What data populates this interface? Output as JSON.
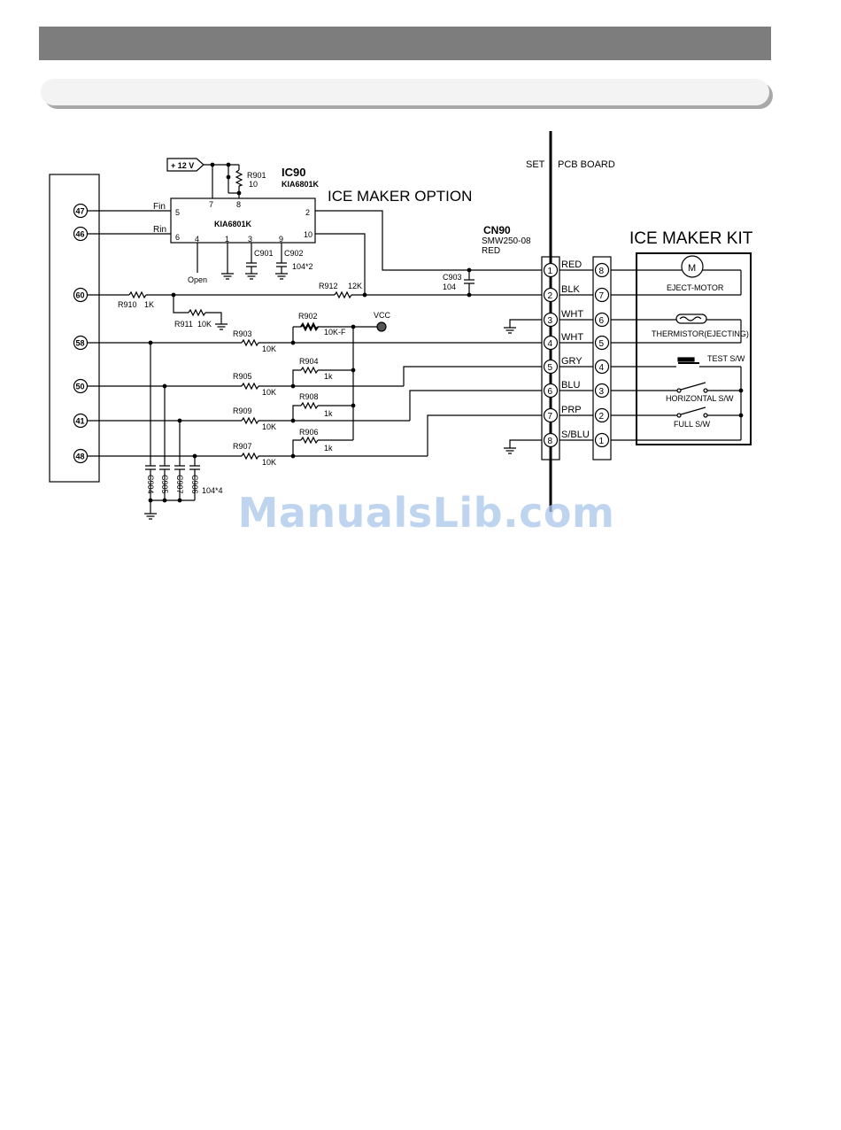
{
  "header": {
    "title": "",
    "subtitle": ""
  },
  "diagram": {
    "ic_label": "IC90",
    "ic_part": "KIA6801K",
    "ic_body_label": "KIA6801K",
    "option_title": "ICE MAKER OPTION",
    "kit_title": "ICE MAKER KIT",
    "set_label": "SET",
    "pcb_label": "PCB BOARD",
    "supply": "+ 12 V",
    "vcc": "VCC",
    "fin": "Fin",
    "rin": "Rin",
    "open": "Open",
    "ic_pins": {
      "p7": "7",
      "p8": "8",
      "p5": "5",
      "p6": "6",
      "p2": "2",
      "p10": "10",
      "p4": "4",
      "p1": "1",
      "p3": "3",
      "p9": "9"
    },
    "connector": {
      "name": "CN90",
      "part": "SMW250-08",
      "color": "RED"
    },
    "left_pins": [
      "47",
      "46",
      "60",
      "58",
      "50",
      "41",
      "48"
    ],
    "cn90_pins": [
      "1",
      "2",
      "3",
      "4",
      "5",
      "6",
      "7",
      "8"
    ],
    "wires": [
      "RED",
      "BLK",
      "WHT",
      "WHT",
      "GRY",
      "BLU",
      "PRP",
      "S/BLU"
    ],
    "kit_pins": [
      "8",
      "7",
      "6",
      "5",
      "4",
      "3",
      "2",
      "1"
    ],
    "kit_components": {
      "motor_symbol": "M",
      "motor": "EJECT-MOTOR",
      "thermistor": "THERMISTOR(EJECTING)",
      "test": "TEST S/W",
      "horizontal": "HORIZONTAL S/W",
      "full": "FULL S/W"
    },
    "resistors": {
      "r901": "R901",
      "r901_val": "10",
      "r910": "R910",
      "r910_val": "1K",
      "r911": "R911",
      "r911_val": "10K",
      "r912": "R912",
      "r912_val": "12K",
      "r902": "R902",
      "r902_val": "10K-F",
      "r903": "R903",
      "r903_val": "10K",
      "r904": "R904",
      "r904_val": "1k",
      "r905": "R905",
      "r905_val": "10K",
      "r908": "R908",
      "r908_val": "1k",
      "r909": "R909",
      "r909_val": "10K",
      "r906": "R906",
      "r906_val": "1k",
      "r907": "R907",
      "r907_val": "10K"
    },
    "capacitors": {
      "c901": "C901",
      "c902": "C902",
      "c901_val": "104*2",
      "c903": "C903",
      "c903_val": "104",
      "c904": "C904",
      "c905": "C905",
      "c907": "C907",
      "c906": "C906",
      "c904_val": "104*4"
    }
  },
  "watermark": "ManualsLib.com"
}
